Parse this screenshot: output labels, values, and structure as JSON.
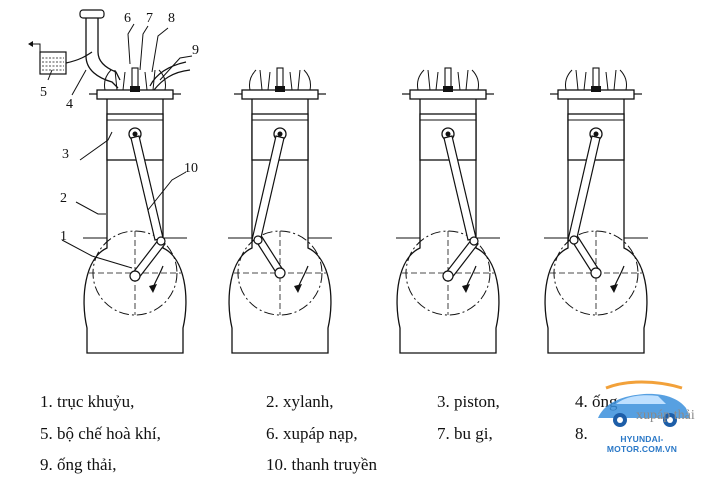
{
  "callouts": [
    "1",
    "2",
    "3",
    "4",
    "5",
    "6",
    "7",
    "8",
    "9",
    "10"
  ],
  "legend": [
    "1. trục khuỷu,",
    "2. xylanh,",
    "3. piston,",
    "4. ống",
    "5. bộ chế hoà khí,",
    "6. xupáp nạp,",
    "7. bu gi,",
    "8.",
    "9. ống thải,",
    "10. thanh truyền"
  ],
  "watermark": {
    "url": "HYUNDAI-MOTOR.COM.VN",
    "faded_text": "xupáp thải",
    "color": "#2a78c7"
  }
}
